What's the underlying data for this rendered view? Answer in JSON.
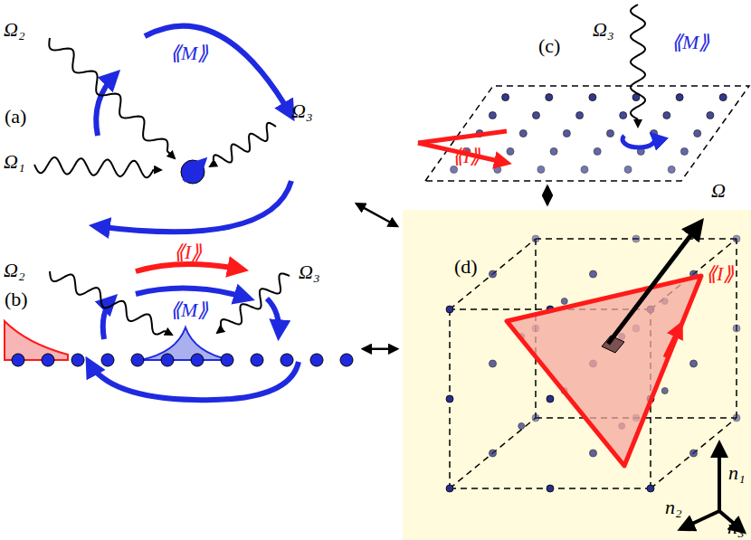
{
  "diagram": {
    "nodes": [
      {
        "text": [
          "(a)"
        ]
      },
      {
        "text": [
          "(b)"
        ]
      },
      {
        "text": [
          "(c)"
        ]
      },
      {
        "text": [
          "(d)"
        ]
      }
    ],
    "edges": [
      {
        "from": 0,
        "to": 3,
        "arrow": "both"
      },
      {
        "from": 1,
        "to": 3,
        "arrow": "both"
      },
      {
        "from": 2,
        "to": 3,
        "arrow": "both"
      }
    ],
    "labels": [
      "Ω₁",
      "Ω₂",
      "Ω₃",
      "⟪M⟫",
      "Ω₂",
      "Ω₃",
      "⟪I⟫",
      "⟪M⟫",
      "Ω₃",
      "⟪M⟫",
      "⟪I⟫",
      "Ω⃗",
      "⟪I⟫",
      "n₁",
      "n₂",
      "n₃"
    ]
  }
}
